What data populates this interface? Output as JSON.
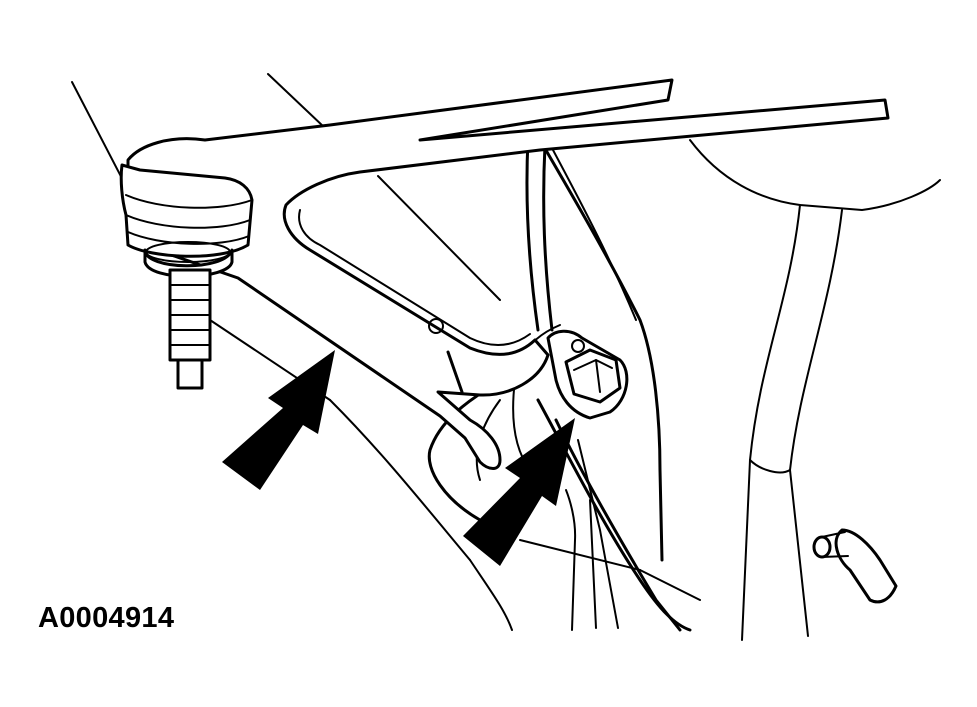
{
  "figure": {
    "id_label": "A0004914"
  },
  "colors": {
    "line": "#000000",
    "background": "#ffffff",
    "arrow_fill": "#000000"
  },
  "callouts": [
    {
      "name": "arrow-ball-joint-nut",
      "points_to": "ball-joint"
    },
    {
      "name": "arrow-pivot-bolt",
      "points_to": "pivot-bolt"
    }
  ]
}
